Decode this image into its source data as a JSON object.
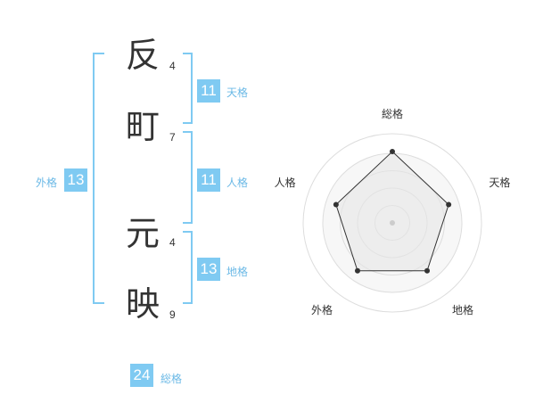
{
  "name_chars": [
    {
      "char": "反",
      "strokes": "4"
    },
    {
      "char": "町",
      "strokes": "7"
    },
    {
      "char": "元",
      "strokes": "4"
    },
    {
      "char": "映",
      "strokes": "9"
    }
  ],
  "kaku": {
    "ten": {
      "value": "11",
      "label": "天格"
    },
    "jin": {
      "value": "11",
      "label": "人格"
    },
    "chi": {
      "value": "13",
      "label": "地格"
    },
    "gai": {
      "value": "13",
      "label": "外格"
    },
    "sou": {
      "value": "24",
      "label": "総格"
    }
  },
  "colors": {
    "bracket": "#7fcaf2",
    "badge": "#7fcaf2",
    "label": "#6bb9e6"
  },
  "chart_data": {
    "type": "radar",
    "axes": [
      "総格",
      "天格",
      "地格",
      "外格",
      "人格"
    ],
    "values": [
      1.0,
      0.83,
      0.83,
      0.83,
      0.83
    ],
    "max": 1.0,
    "grid_rings": 4
  }
}
